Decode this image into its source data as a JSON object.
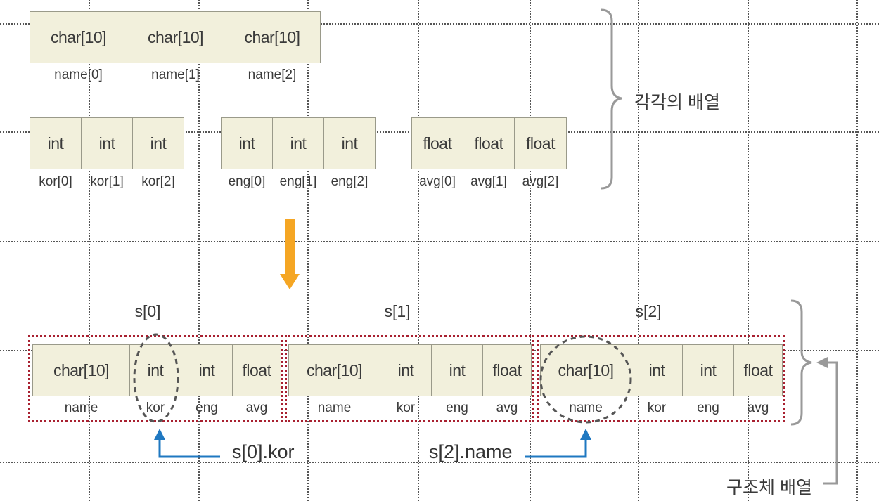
{
  "top": {
    "name_cells": [
      "char[10]",
      "char[10]",
      "char[10]"
    ],
    "name_labels": [
      "name[0]",
      "name[1]",
      "name[2]"
    ],
    "kor_cells": [
      "int",
      "int",
      "int"
    ],
    "kor_labels": [
      "kor[0]",
      "kor[1]",
      "kor[2]"
    ],
    "eng_cells": [
      "int",
      "int",
      "int"
    ],
    "eng_labels": [
      "eng[0]",
      "eng[1]",
      "eng[2]"
    ],
    "avg_cells": [
      "float",
      "float",
      "float"
    ],
    "avg_labels": [
      "avg[0]",
      "avg[1]",
      "avg[2]"
    ],
    "brace_label": "각각의 배열"
  },
  "bottom": {
    "structs": [
      {
        "title": "s[0]",
        "cells": [
          "char[10]",
          "int",
          "int",
          "float"
        ],
        "labels": [
          "name",
          "kor",
          "eng",
          "avg"
        ]
      },
      {
        "title": "s[1]",
        "cells": [
          "char[10]",
          "int",
          "int",
          "float"
        ],
        "labels": [
          "name",
          "kor",
          "eng",
          "avg"
        ]
      },
      {
        "title": "s[2]",
        "cells": [
          "char[10]",
          "int",
          "int",
          "float"
        ],
        "labels": [
          "name",
          "kor",
          "eng",
          "avg"
        ]
      }
    ],
    "callout_left": "s[0].kor",
    "callout_right": "s[2].name",
    "brace_label": "구조체 배열"
  },
  "colors": {
    "cell_fill": "#f2f0dc",
    "struct_border": "#a82030",
    "arrow_orange": "#f5a623",
    "arrow_blue": "#1f78c1",
    "brace": "#999999"
  }
}
